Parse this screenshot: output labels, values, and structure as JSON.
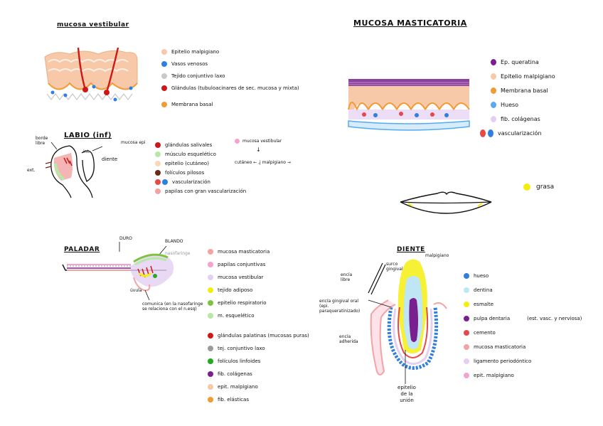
{
  "mucosa_vestibular": {
    "title": "mucosa vestibular",
    "legend": [
      {
        "label": "Epitelio malpigiano",
        "color": "#f7c9a8"
      },
      {
        "label": "Vasos venosos",
        "color": "#2f7fe0"
      },
      {
        "label": "Tejido conjuntivo laxo",
        "color": "#c9c9c9"
      },
      {
        "label": "Glándulas (tubuloacinares de sec. mucosa y mixta)",
        "color": "#cc1818"
      },
      {
        "label": "Membrana basal",
        "color": "#f29a33"
      }
    ]
  },
  "labio": {
    "title": "LABIO (inf)",
    "notes": {
      "borde_libre": "borde libre",
      "mucosa_epi": "mucosa epi",
      "int": "int.",
      "diente": "diente",
      "ext": "ext."
    },
    "legend": [
      {
        "label": "glándulas salivales",
        "color": "#cc1818"
      },
      {
        "label": "músculo esquelético",
        "color": "#b7e8a6"
      },
      {
        "label": "epitelio (cutáneo)",
        "color": "#f7d9b8"
      },
      {
        "label": "folículos pilosos",
        "color": "#6b2a16"
      },
      {
        "label": "vascularización",
        "color": "#e84848",
        "color2": "#2f7fe0"
      },
      {
        "label": "papilas con gran vascularización",
        "color": "#f4a3a3"
      }
    ],
    "transition": {
      "top": "mucosa vestibular",
      "bottom": "malpigiano",
      "left": "cutáneo",
      "dot_color": "#f4a3cf"
    }
  },
  "mucosa_masticatoria": {
    "title": "MUCOSA MASTICATORIA",
    "legend": [
      {
        "label": "Ep. queratina",
        "color": "#7a1f8f"
      },
      {
        "label": "Epitelio malpigiano",
        "color": "#f7c9a8"
      },
      {
        "label": "Membrana basal",
        "color": "#f29a33"
      },
      {
        "label": "Hueso",
        "color": "#55aaf0"
      },
      {
        "label": "fib. colágenas",
        "color": "#e3d0f2"
      },
      {
        "label": "vascularización",
        "color": "#e84848",
        "color2": "#2f7fe0"
      }
    ]
  },
  "grasa": {
    "label": "grasa",
    "color": "#f4ee10"
  },
  "paladar": {
    "title": "PALADAR",
    "notes": {
      "duro": "DURO",
      "blando": "BLANDO",
      "nasofaringe": "nasofaringe",
      "uvula": "úvula",
      "comunica": "comunica (en la nasofaringe se relaciona con el n.esq)"
    },
    "legend": [
      {
        "label": "mucosa masticatoria",
        "color": "#f4a3a3"
      },
      {
        "label": "papilas conjuntivas",
        "color": "#f4a3cf"
      },
      {
        "label": "mucosa vestibular",
        "color": "#e3d0f2"
      },
      {
        "label": "tejido adiposo",
        "color": "#f4ee10"
      },
      {
        "label": "epitelio respiratorio",
        "color": "#7fc242"
      },
      {
        "label": "m. esquelético",
        "color": "#b7e8a6"
      },
      {
        "label": "glándulas palatinas (mucosas puras)",
        "color": "#cc1818"
      },
      {
        "label": "tej. conjuntivo laxo",
        "color": "#9a9a9a"
      },
      {
        "label": "folículos linfoides",
        "color": "#22aa22"
      },
      {
        "label": "fib. colágenas",
        "color": "#7a1f8f"
      },
      {
        "label": "epit. malpigiano",
        "color": "#f7c9a8"
      },
      {
        "label": "fib. elásticas",
        "color": "#f29a33"
      }
    ]
  },
  "diente": {
    "title": "DIENTE",
    "notes": {
      "malpigiano": "malpigiano",
      "surco_gingival": "surco gingival",
      "encia_libre": "encía libre",
      "encia_gingival": "encía gingival oral (epi. paraqueratinizado)",
      "encia_adherida": "encía adherida",
      "epitelio_union": "epitelio de la unión"
    },
    "legend": [
      {
        "label": "hueso",
        "color": "#2f7fe0"
      },
      {
        "label": "dentina",
        "color": "#bfe6f5"
      },
      {
        "label": "esmalte",
        "color": "#f4ee10"
      },
      {
        "label": "pulpa dentaria",
        "note": "(est. vasc. y nerviosa)",
        "color": "#7a1f8f"
      },
      {
        "label": "cemento",
        "color": "#e84848"
      },
      {
        "label": "mucosa masticatoria",
        "color": "#f4a3a3"
      },
      {
        "label": "ligamento periodóntico",
        "color": "#e3d0f2"
      },
      {
        "label": "epit. malpigiano",
        "color": "#f4a3cf"
      }
    ]
  }
}
